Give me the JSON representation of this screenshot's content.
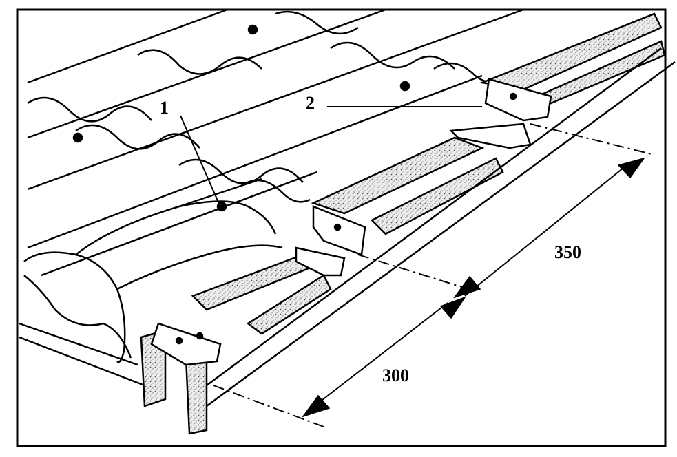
{
  "diagram": {
    "callouts": [
      {
        "id": "1",
        "text": "1"
      },
      {
        "id": "2",
        "text": "2"
      }
    ],
    "dimensions": [
      {
        "id": "dim-350",
        "text": "350"
      },
      {
        "id": "dim-300",
        "text": "300"
      }
    ],
    "colors": {
      "ink": "#000000",
      "paper": "#ffffff",
      "speckle": "#bdbdbd"
    }
  }
}
